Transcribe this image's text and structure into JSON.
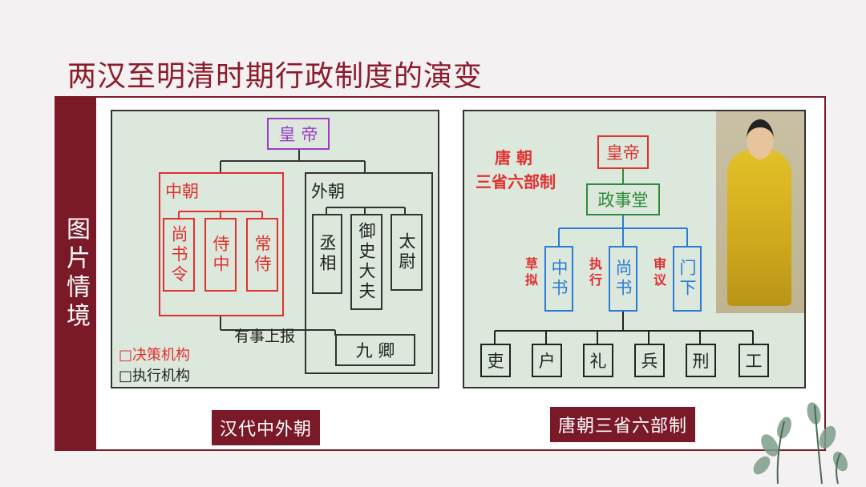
{
  "title": "两汉至明清时期行政制度的演变",
  "sidebar_label": "图片情境",
  "han": {
    "emperor": "皇 帝",
    "inner_court": "中朝",
    "inner_items": [
      "尚书令",
      "侍中",
      "常侍"
    ],
    "outer_court": "外朝",
    "outer_items": [
      "丞相",
      "御史大夫",
      "太尉"
    ],
    "report": "有事上报",
    "jiuqing": "九 卿",
    "legend_decision": "□决策机构",
    "legend_exec": "□执行机构",
    "caption": "汉代中外朝"
  },
  "tang": {
    "heading_line1": "唐 朝",
    "heading_line2": "三省六部制",
    "emperor": "皇帝",
    "council": "政事堂",
    "provinces": [
      "中书",
      "尚书",
      "门下"
    ],
    "roles": [
      "草拟",
      "执行",
      "审议"
    ],
    "ministries": [
      "吏",
      "户",
      "礼",
      "兵",
      "刑",
      "工"
    ],
    "caption": "唐朝三省六部制"
  },
  "colors": {
    "brand": "#7a1a28",
    "red": "#e03030",
    "blue": "#2a7ad6",
    "green": "#2e8b3a",
    "purple": "#9b3ac9"
  }
}
